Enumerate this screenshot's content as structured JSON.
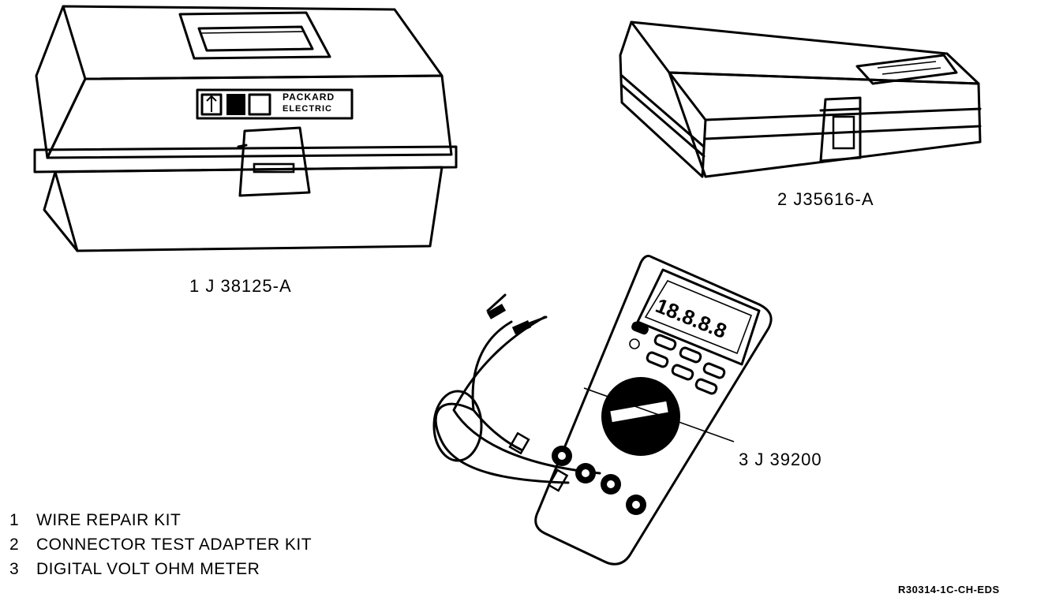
{
  "items": [
    {
      "callout": "1  J 38125-A",
      "legend_num": "1",
      "legend_text": "WIRE REPAIR KIT",
      "badge": [
        "PACKARD",
        "ELECTRIC"
      ]
    },
    {
      "callout": "2  J35616-A",
      "legend_num": "2",
      "legend_text": "CONNECTOR TEST ADAPTER KIT"
    },
    {
      "callout": "3  J 39200",
      "legend_num": "3",
      "legend_text": "DIGITAL VOLT OHM METER",
      "display_text": "18.8.8.8"
    }
  ],
  "figure_ref": "R30314-1C-CH-EDS"
}
